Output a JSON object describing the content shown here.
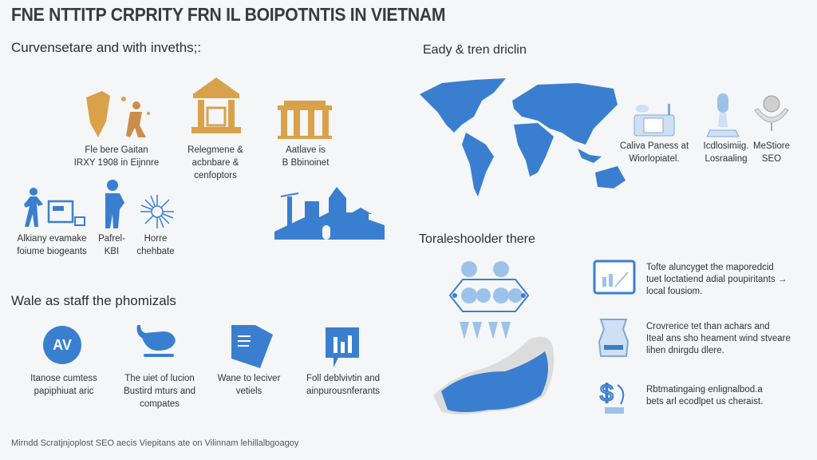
{
  "title": "FNE NTTITP CRPRITY FRN IL BOIPOTNTIS IN VIETNAM",
  "section1": {
    "heading": "Curvensetare and with inveths;:",
    "items": [
      {
        "icon": "shield-figure-icon",
        "lines": [
          "Fle bere Gaitan",
          "IRXY 1908 in Eijnnre"
        ]
      },
      {
        "icon": "bank-icon",
        "lines": [
          "Relegmene &",
          "acbnbare &",
          "cenfoptors"
        ]
      },
      {
        "icon": "columns-icon",
        "lines": [
          "Aatlave is",
          "B Bbinoinet"
        ]
      },
      {
        "icon": "person-screen-icon",
        "lines": [
          "Alkiany evamake",
          "foiume biogeants"
        ]
      },
      {
        "icon": "person-icon",
        "lines": [
          "Pafrel-",
          "KBI"
        ]
      },
      {
        "icon": "sunburst-icon",
        "lines": [
          "Horre",
          "chehbate"
        ]
      }
    ]
  },
  "section2": {
    "heading": "Eady & tren driclin",
    "items": [
      {
        "icon": "dashboard-device-icon",
        "lines": [
          "Caliva Paness at",
          "Wiorlopiatel."
        ]
      },
      {
        "icon": "microphone-icon",
        "lines": [
          "Icdlosimiig.",
          "Losraaling"
        ]
      },
      {
        "icon": "speaker-icon",
        "lines": [
          "MeStiore",
          "SEO"
        ]
      }
    ]
  },
  "section3": {
    "heading": "Toraleshoolder there",
    "items": [
      {
        "icon": "monitor-chart-icon",
        "lines": [
          "Tofte aluncyget the maporedcid",
          "tuet loctatiend adial poupiritants →",
          "local fousiom."
        ]
      },
      {
        "icon": "robot-device-icon",
        "lines": [
          "Crovrerice tet than achars and",
          "Iteal ans sho heament wind stveare",
          "lihen dnirgdu dlere."
        ]
      },
      {
        "icon": "dollar-plant-icon",
        "lines": [
          "Rbtmatingaing enlignalbod.a",
          "bets arl ecodlpet us cheraist."
        ]
      }
    ]
  },
  "section4": {
    "heading": "Wale as staff the phomizals",
    "badge": "AV",
    "items": [
      {
        "icon": "av-badge-icon",
        "lines": [
          "Itanose cumtess",
          "papiphiuat aric"
        ]
      },
      {
        "icon": "elephant-icon",
        "lines": [
          "The uiet of lucion",
          "Bustird mturs and",
          "compates"
        ]
      },
      {
        "icon": "document-icon",
        "lines": [
          "Wane to leciver",
          "vetiels"
        ]
      },
      {
        "icon": "chat-chart-icon",
        "lines": [
          "Foll deblvivtin and",
          "ainpurousnferants"
        ]
      }
    ]
  },
  "footer": "Mirndd Scratjnjoplost SEO aecis Viepitans ate on Vilinnam lehillalbgoagoy",
  "colors": {
    "blue": "#3a7fcf",
    "gold": "#d9a24a",
    "light_blue": "#9cc2ea"
  }
}
